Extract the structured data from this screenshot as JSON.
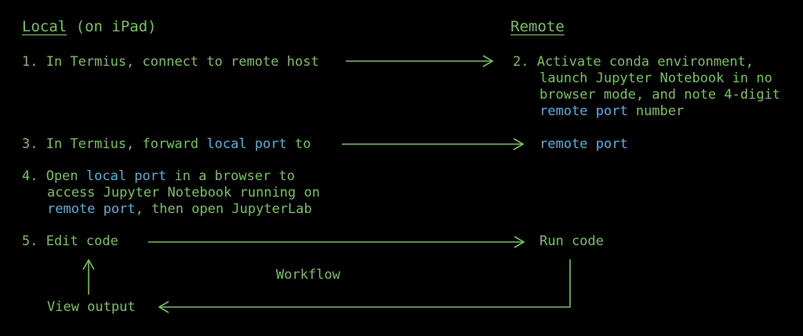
{
  "headers": {
    "local": "Local",
    "local_suffix": " (on iPad)",
    "remote": "Remote"
  },
  "steps": {
    "s1": "1. In Termius, connect to remote host",
    "s2": {
      "line1": "2. Activate conda environment,",
      "line2": "launch Jupyter Notebook in no",
      "line3": "browser mode, and note 4-digit",
      "line4_hl": "remote port",
      "line4_rest": " number"
    },
    "s3": {
      "prefix": "3. In Termius, forward ",
      "hl": "local port",
      "suffix": " to"
    },
    "s3_target": "remote port",
    "s4": {
      "line1_prefix": "4. Open ",
      "line1_hl": "local port",
      "line1_suffix": " in a browser to",
      "line2": "access Jupyter Notebook running on",
      "line3_hl": "remote port",
      "line3_suffix": ", then open JupyterLab"
    },
    "s5": "5. Edit code",
    "run_code": "Run code",
    "view_output": "View output",
    "workflow": "Workflow"
  },
  "colors": {
    "text": "#6ec64f",
    "highlight": "#3fb6e6",
    "background": "#000000"
  }
}
